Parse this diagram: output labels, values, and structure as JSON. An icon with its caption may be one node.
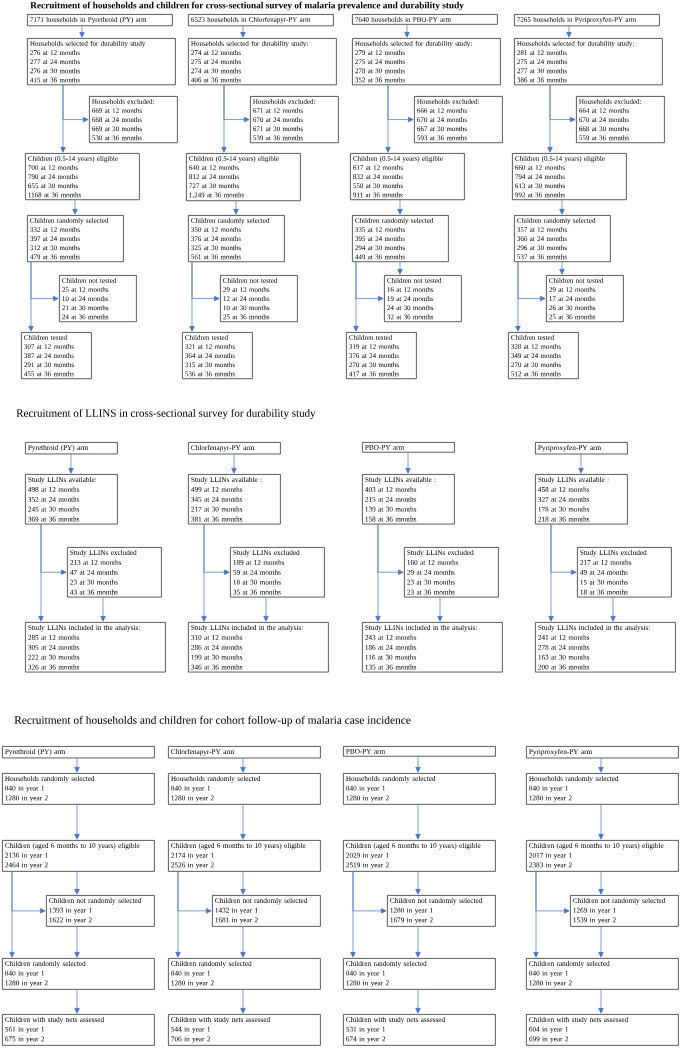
{
  "diagram": {
    "nodes": [
      {
        "text": [
          "7171 households in Pyrethroid (PY) arm"
        ]
      },
      {
        "text": [
          "Households selected for durability study",
          "276 at 12 months",
          "277 at 24 months",
          "276 at 30 months",
          "415 at 36 months"
        ]
      },
      {
        "text": [
          "Households excluded:",
          "669 at 12 months",
          "668 at 24 months",
          "669 at 30 months",
          "530 at 36 months"
        ]
      },
      {
        "text": [
          "Children (0.5-14 years) eligible",
          "700 at 12 months",
          "790 at 24 months",
          "655 at 30 months",
          "1168 at 36 months"
        ]
      },
      {
        "text": [
          "Children randomly selected",
          "332 at 12 months",
          "397 at 24 months",
          "312 at 30 months",
          "479 at 36 months"
        ]
      },
      {
        "text": [
          "Children not tested",
          "25 at 12 months",
          "10 at 24 months",
          "21 at 30 months",
          "24 at 36 months"
        ]
      },
      {
        "text": [
          "Children tested",
          "307 at 12 months",
          "387 at 24 months",
          "291 at 30 months",
          "455 at 36 months"
        ]
      },
      {
        "text": [
          "6523 households in Chlorfenapyr-PY arm"
        ]
      },
      {
        "text": [
          "Households selected for durability study:",
          "274 at 12 months",
          "275 at 24 months",
          "274 at 30 months",
          "406 at 36 months"
        ]
      },
      {
        "text": [
          "Households excluded:",
          "671 at 12 months",
          "670 at 24 months",
          "671 at 30 months",
          "539 at 36 months"
        ]
      },
      {
        "text": [
          "Children (0.5-14 years) eligible",
          "640 at 12 months",
          "812 at 24 months",
          "727 at 30 months",
          "1,249 at 36 months"
        ]
      },
      {
        "text": [
          "Children randomly selected",
          "350 at 12 months",
          "376 at 24 months",
          "325 at 30 months",
          "561 at 36 months"
        ]
      },
      {
        "text": [
          "Children not tested",
          "29 at 12 months",
          "12 at 24 months",
          "10 at 30 months",
          "25 at 36 months"
        ]
      },
      {
        "text": [
          "Children tested",
          "321 at 12 months",
          "364 at 24 months",
          "315 at 30 months",
          "536 at 36 months"
        ]
      },
      {
        "text": [
          "7640 households in PBO-PY arm"
        ]
      },
      {
        "text": [
          "Households selected for durability study:",
          "279 at 12 months",
          "275 at 24 months",
          "278 at 30 months",
          "352 at 36 months"
        ]
      },
      {
        "text": [
          "Households excluded:",
          "666 at 12 months",
          "670 at 24 months",
          "667 at 30 months",
          "593 at 36 months"
        ]
      },
      {
        "text": [
          "Children (0.5-14 years) eligible",
          "617 at 12 months",
          "832 at 24 months",
          "558 at 30 months",
          "911 at 36 months"
        ]
      },
      {
        "text": [
          "Children randomly selected",
          "335 at 12 months",
          "395 at 24 months",
          "294 at 30 months",
          "449 at 36 months"
        ]
      },
      {
        "text": [
          "Children not tested",
          "16 at 12 months",
          "19 at 24 months",
          "24 at 30 months",
          "32 at 36 months"
        ]
      },
      {
        "text": [
          "Children tested",
          "319 at 12 months",
          "376 at 24 months",
          "270 at 30 months",
          "417 at 36 months"
        ]
      },
      {
        "text": [
          "7265 households in Pyriproxyfen-PY arm"
        ]
      },
      {
        "text": [
          "Households selected for durability study:",
          "281 at 12 months",
          "275 at 24 months",
          "277 at 30 months",
          "386 at 36 months"
        ]
      },
      {
        "text": [
          "Households excluded:",
          "664 at 12 months",
          "670 at 24 months",
          "668 at 30 months",
          "559 at 36 months"
        ]
      },
      {
        "text": [
          "Children (0.5-14 years) eligible",
          "660 at 12 months",
          "794 at 24 months",
          "613 at 30 months",
          "992 at 36 months"
        ]
      },
      {
        "text": [
          "Children randomly selected",
          "357 at 12 months",
          "366 at 24 months",
          "296 at 30 months",
          "537 at 36 months"
        ]
      },
      {
        "text": [
          "Children not tested",
          "29 at 12 months",
          "17 at 24 months",
          "26 at 30 months",
          "25 at 36 months"
        ]
      },
      {
        "text": [
          "Children tested",
          "328 at 12 months",
          "349 at 24 months",
          "270 at 30 months",
          "512 at 36 months"
        ]
      },
      {
        "text": [
          "Pyrethroid (PY) arm"
        ]
      },
      {
        "text": [
          "Study LLINs available:",
          "498 at 12 months",
          "352 at 24 months",
          "245 at 30 months",
          "369 at 36 months"
        ]
      },
      {
        "text": [
          "Study LLINs excluded",
          "213 at 12 months",
          "47 at 24 months",
          "23 at 30 months",
          "43 at 36 months"
        ]
      },
      {
        "text": [
          "Study LLINs included in the analysis:",
          "285 at 12 months",
          "305 at 24 months",
          "222 at 30 months",
          "326 at 36 months"
        ]
      },
      {
        "text": [
          "Chlorfenapyr-PY arm"
        ]
      },
      {
        "text": [
          "Study LLINs available :",
          "499 at 12 months",
          "345 at 24 months",
          "217 at 30 months",
          "381 at 36 months"
        ]
      },
      {
        "text": [
          "Study LLINs excluded",
          "189 at 12 months",
          "59 at 24 months",
          "18 at 30 months",
          "35 at 36 months"
        ]
      },
      {
        "text": [
          "Study LLINs included in the analysis:",
          "310 at 12 months",
          "286 at 24 months",
          "199 at 30 months",
          "346 at 36 months"
        ]
      },
      {
        "text": [
          "PBO-PY arm"
        ]
      },
      {
        "text": [
          "Study LLINs available :",
          "403 at 12 months",
          "215 at 24 months",
          "139 at 30 months",
          "158 at 36 months"
        ]
      },
      {
        "text": [
          "Study LLINs excluded",
          "160 at 12 months",
          "29 at 24 months",
          "23 at 30 months",
          "23 at 36 months"
        ]
      },
      {
        "text": [
          "Study LLINs included in the analysis:",
          "243 at 12 months",
          "186 at 24 months",
          "116 at 30 months",
          "135 at 36 months"
        ]
      },
      {
        "text": [
          "Pyriproxyfen-PY arm"
        ]
      },
      {
        "text": [
          "Study LLINs available :",
          "458 at 12 months",
          "327 at 24 months",
          "178 at 30 months",
          "218 at 36 months"
        ]
      },
      {
        "text": [
          "Study LLINs excluded",
          "217 at 12 months",
          "49 at 24 months",
          "15 at 30 months",
          "18 at 36 months"
        ]
      },
      {
        "text": [
          "Study LLINs included in the analysis:",
          "241 at 12 months",
          "278 at 24 months",
          "163 at 30 months",
          "200 at 36 months"
        ]
      },
      {
        "text": [
          "Pyrethroid (PY) arm"
        ]
      },
      {
        "text": [
          "Households randomly selected",
          "840 in year 1",
          "1280 in year 2"
        ]
      },
      {
        "text": [
          "Children (aged 6 months to 10 years) eligible",
          "2136 in year 1",
          "2464 in year 2"
        ]
      },
      {
        "text": [
          "Children not randomly selected",
          "1393 in year 1",
          "1622 in year 2"
        ]
      },
      {
        "text": [
          "Children randomly selected",
          "840 in year 1",
          "1280 in year 2"
        ]
      },
      {
        "text": [
          "Children with study nets assessed",
          "561 in year 1",
          "675 in year 2"
        ]
      },
      {
        "text": [
          "Chlorfenapyr-PY arm"
        ]
      },
      {
        "text": [
          "Households randomly selected",
          "840 in year 1",
          "1280 in year 2"
        ]
      },
      {
        "text": [
          "Children (aged 6 months to 10 years) eligible",
          "2174 in year 1",
          "2526 in year 2"
        ]
      },
      {
        "text": [
          "Children not randomly selected",
          "1432 in year 1",
          "1681 in year 2"
        ]
      },
      {
        "text": [
          "Children randomly selected",
          "840 in year 1",
          "1280 in year 2"
        ]
      },
      {
        "text": [
          "Children with study nets assessed",
          "544 in year 1",
          "706 in year 2"
        ]
      },
      {
        "text": [
          "PBO-PY arm"
        ]
      },
      {
        "text": [
          "Households randomly selected",
          "840 in year 1",
          "1280 in year 2"
        ]
      },
      {
        "text": [
          "Children (aged 6 months to 10 years) eligible",
          "2029 in year 1",
          "2519 in year 2"
        ]
      },
      {
        "text": [
          "Children not randomly selected",
          "1280 in year 1",
          "1679 in year 2"
        ]
      },
      {
        "text": [
          "Children randomly selected",
          "840 in year 1",
          "1280 in year 2"
        ]
      },
      {
        "text": [
          "Children with study nets assessed",
          "531 in year 1",
          "674 in year 2"
        ]
      },
      {
        "text": [
          "Pyriproxyfen-PY arm"
        ]
      },
      {
        "text": [
          "Households randomly selected",
          "840 in year 1",
          "1280 in year 2"
        ]
      },
      {
        "text": [
          "Children (aged 6 months to 10 years) eligible",
          "2017 in year 1",
          "2383 in year 2"
        ]
      },
      {
        "text": [
          "Children not randomly selected",
          "1269 in year 1",
          "1539 in year 2"
        ]
      },
      {
        "text": [
          "Children randomly selected",
          "840 in year 1",
          "1280 in year 2"
        ]
      },
      {
        "text": [
          "Children with study nets assessed",
          "604 in year 1",
          "699 in year 2"
        ]
      }
    ],
    "edges": [
      {
        "from": 0,
        "to": 1,
        "arrow": "to"
      },
      {
        "from": 1,
        "to": 2,
        "arrow": "to"
      },
      {
        "from": 1,
        "to": 3,
        "arrow": "to"
      },
      {
        "from": 3,
        "to": 4,
        "arrow": "to"
      },
      {
        "from": 4,
        "to": 5,
        "arrow": "to"
      },
      {
        "from": 4,
        "to": 6,
        "arrow": "to"
      },
      {
        "from": 7,
        "to": 8,
        "arrow": "to"
      },
      {
        "from": 8,
        "to": 9,
        "arrow": "to"
      },
      {
        "from": 8,
        "to": 10,
        "arrow": "to"
      },
      {
        "from": 10,
        "to": 11,
        "arrow": "to"
      },
      {
        "from": 11,
        "to": 12,
        "arrow": "to"
      },
      {
        "from": 11,
        "to": 13,
        "arrow": "to"
      },
      {
        "from": 14,
        "to": 15,
        "arrow": "to"
      },
      {
        "from": 15,
        "to": 16,
        "arrow": "to"
      },
      {
        "from": 15,
        "to": 17,
        "arrow": "to"
      },
      {
        "from": 17,
        "to": 18,
        "arrow": "to"
      },
      {
        "from": 18,
        "to": 19,
        "arrow": "to"
      },
      {
        "from": 18,
        "to": 20,
        "arrow": "to"
      },
      {
        "from": 18,
        "to": 19,
        "arrow": "to"
      },
      {
        "from": 21,
        "to": 22,
        "arrow": "to"
      },
      {
        "from": 22,
        "to": 23,
        "arrow": "to"
      },
      {
        "from": 22,
        "to": 24,
        "arrow": "to"
      },
      {
        "from": 24,
        "to": 25,
        "arrow": "to"
      },
      {
        "from": 25,
        "to": 26,
        "arrow": "to"
      },
      {
        "from": 25,
        "to": 27,
        "arrow": "to"
      },
      {
        "from": 25,
        "to": 26,
        "arrow": "to"
      },
      {
        "from": 28,
        "to": 29,
        "arrow": "to"
      },
      {
        "from": 29,
        "to": 30,
        "arrow": "to"
      },
      {
        "from": 29,
        "to": 31,
        "arrow": "to"
      },
      {
        "from": 30,
        "to": 31,
        "arrow": "to"
      },
      {
        "from": 32,
        "to": 33,
        "arrow": "to"
      },
      {
        "from": 33,
        "to": 34,
        "arrow": "to"
      },
      {
        "from": 33,
        "to": 35,
        "arrow": "to"
      },
      {
        "from": 34,
        "to": 35,
        "arrow": "to"
      },
      {
        "from": 36,
        "to": 37,
        "arrow": "to"
      },
      {
        "from": 37,
        "to": 38,
        "arrow": "to"
      },
      {
        "from": 37,
        "to": 39,
        "arrow": "to"
      },
      {
        "from": 38,
        "to": 39,
        "arrow": "to"
      },
      {
        "from": 40,
        "to": 41,
        "arrow": "to"
      },
      {
        "from": 41,
        "to": 42,
        "arrow": "to"
      },
      {
        "from": 41,
        "to": 43,
        "arrow": "to"
      },
      {
        "from": 42,
        "to": 43,
        "arrow": "to"
      },
      {
        "from": 44,
        "to": 45,
        "arrow": "to"
      },
      {
        "from": 45,
        "to": 46,
        "arrow": "to"
      },
      {
        "from": 46,
        "to": 47,
        "arrow": "to"
      },
      {
        "from": 46,
        "to": 47,
        "arrow": "to"
      },
      {
        "from": 46,
        "to": 48,
        "arrow": "to"
      },
      {
        "from": 47,
        "to": 48,
        "arrow": "to"
      },
      {
        "from": 48,
        "to": 49,
        "arrow": "to"
      },
      {
        "from": 50,
        "to": 51,
        "arrow": "to"
      },
      {
        "from": 51,
        "to": 52,
        "arrow": "to"
      },
      {
        "from": 52,
        "to": 53,
        "arrow": "to"
      },
      {
        "from": 52,
        "to": 53,
        "arrow": "to"
      },
      {
        "from": 52,
        "to": 54,
        "arrow": "to"
      },
      {
        "from": 53,
        "to": 54,
        "arrow": "to"
      },
      {
        "from": 54,
        "to": 55,
        "arrow": "to"
      },
      {
        "from": 56,
        "to": 57,
        "arrow": "to"
      },
      {
        "from": 57,
        "to": 58,
        "arrow": "to"
      },
      {
        "from": 58,
        "to": 59,
        "arrow": "to"
      },
      {
        "from": 58,
        "to": 59,
        "arrow": "to"
      },
      {
        "from": 58,
        "to": 60,
        "arrow": "to"
      },
      {
        "from": 59,
        "to": 60,
        "arrow": "to"
      },
      {
        "from": 60,
        "to": 61,
        "arrow": "to"
      },
      {
        "from": 62,
        "to": 63,
        "arrow": "to"
      },
      {
        "from": 63,
        "to": 64,
        "arrow": "to"
      },
      {
        "from": 64,
        "to": 65,
        "arrow": "to"
      },
      {
        "from": 64,
        "to": 65,
        "arrow": "to"
      },
      {
        "from": 64,
        "to": 66,
        "arrow": "to"
      },
      {
        "from": 65,
        "to": 66,
        "arrow": "to"
      },
      {
        "from": 66,
        "to": 67,
        "arrow": "to"
      }
    ],
    "labels": [
      "Recruitment of households and children for cross-sectional survey of malaria prevalence and durability study",
      "Recruitment of LLINS in cross-sectional survey for durability study",
      "Recruitment of households and children for cohort follow-up of malaria case incidence"
    ]
  }
}
